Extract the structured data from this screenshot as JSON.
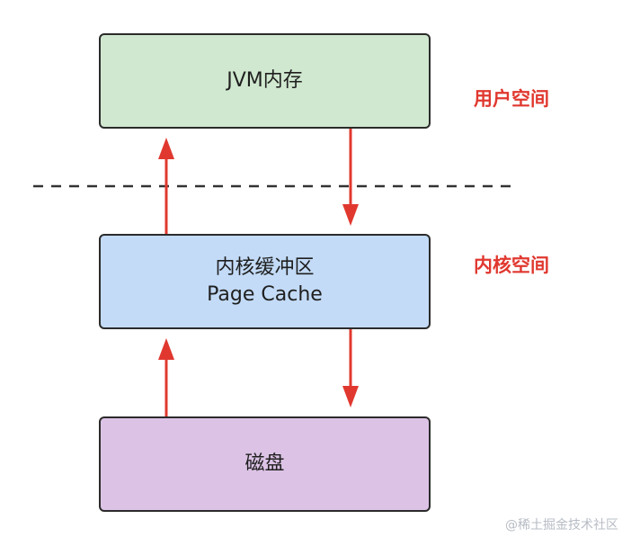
{
  "boxes": {
    "jvm": {
      "label": "JVM内存",
      "fill": "#d0e8cf"
    },
    "kernel": {
      "line1": "内核缓冲区",
      "line2": "Page Cache",
      "fill": "#c3dbf7"
    },
    "disk": {
      "label": "磁盘",
      "fill": "#dcc3e6"
    }
  },
  "spaces": {
    "user": "用户空间",
    "kernel": "内核空间"
  },
  "colors": {
    "arrow": "#e0382f",
    "label": "#e0382f",
    "divider": "#333333",
    "border": "#2b2b2b"
  },
  "watermark": "@稀土掘金技术社区"
}
